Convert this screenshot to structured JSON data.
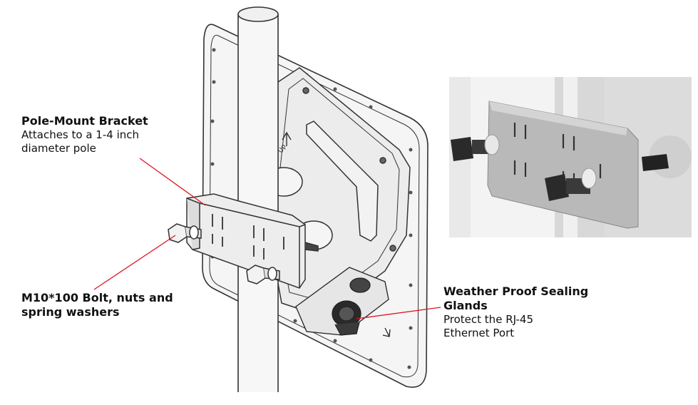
{
  "labels": {
    "bracket": {
      "title": "Pole-Mount Bracket",
      "desc_line1": "Attaches to a 1-4 inch",
      "desc_line2": "diameter pole"
    },
    "bolt": {
      "title_line1": "M10*100 Bolt, nuts and",
      "title_line2": "spring washers"
    },
    "gland": {
      "title_line1": "Weather Proof Sealing",
      "title_line2": "Glands",
      "desc_line1": "Protect the RJ-45",
      "desc_line2": "Ethernet Port"
    },
    "arrow_text": "Up"
  },
  "colors": {
    "leader": "#e0141e",
    "outline": "#333333",
    "panel_fill": "#f4f4f4",
    "photo_bg": "#e8e8e8"
  }
}
